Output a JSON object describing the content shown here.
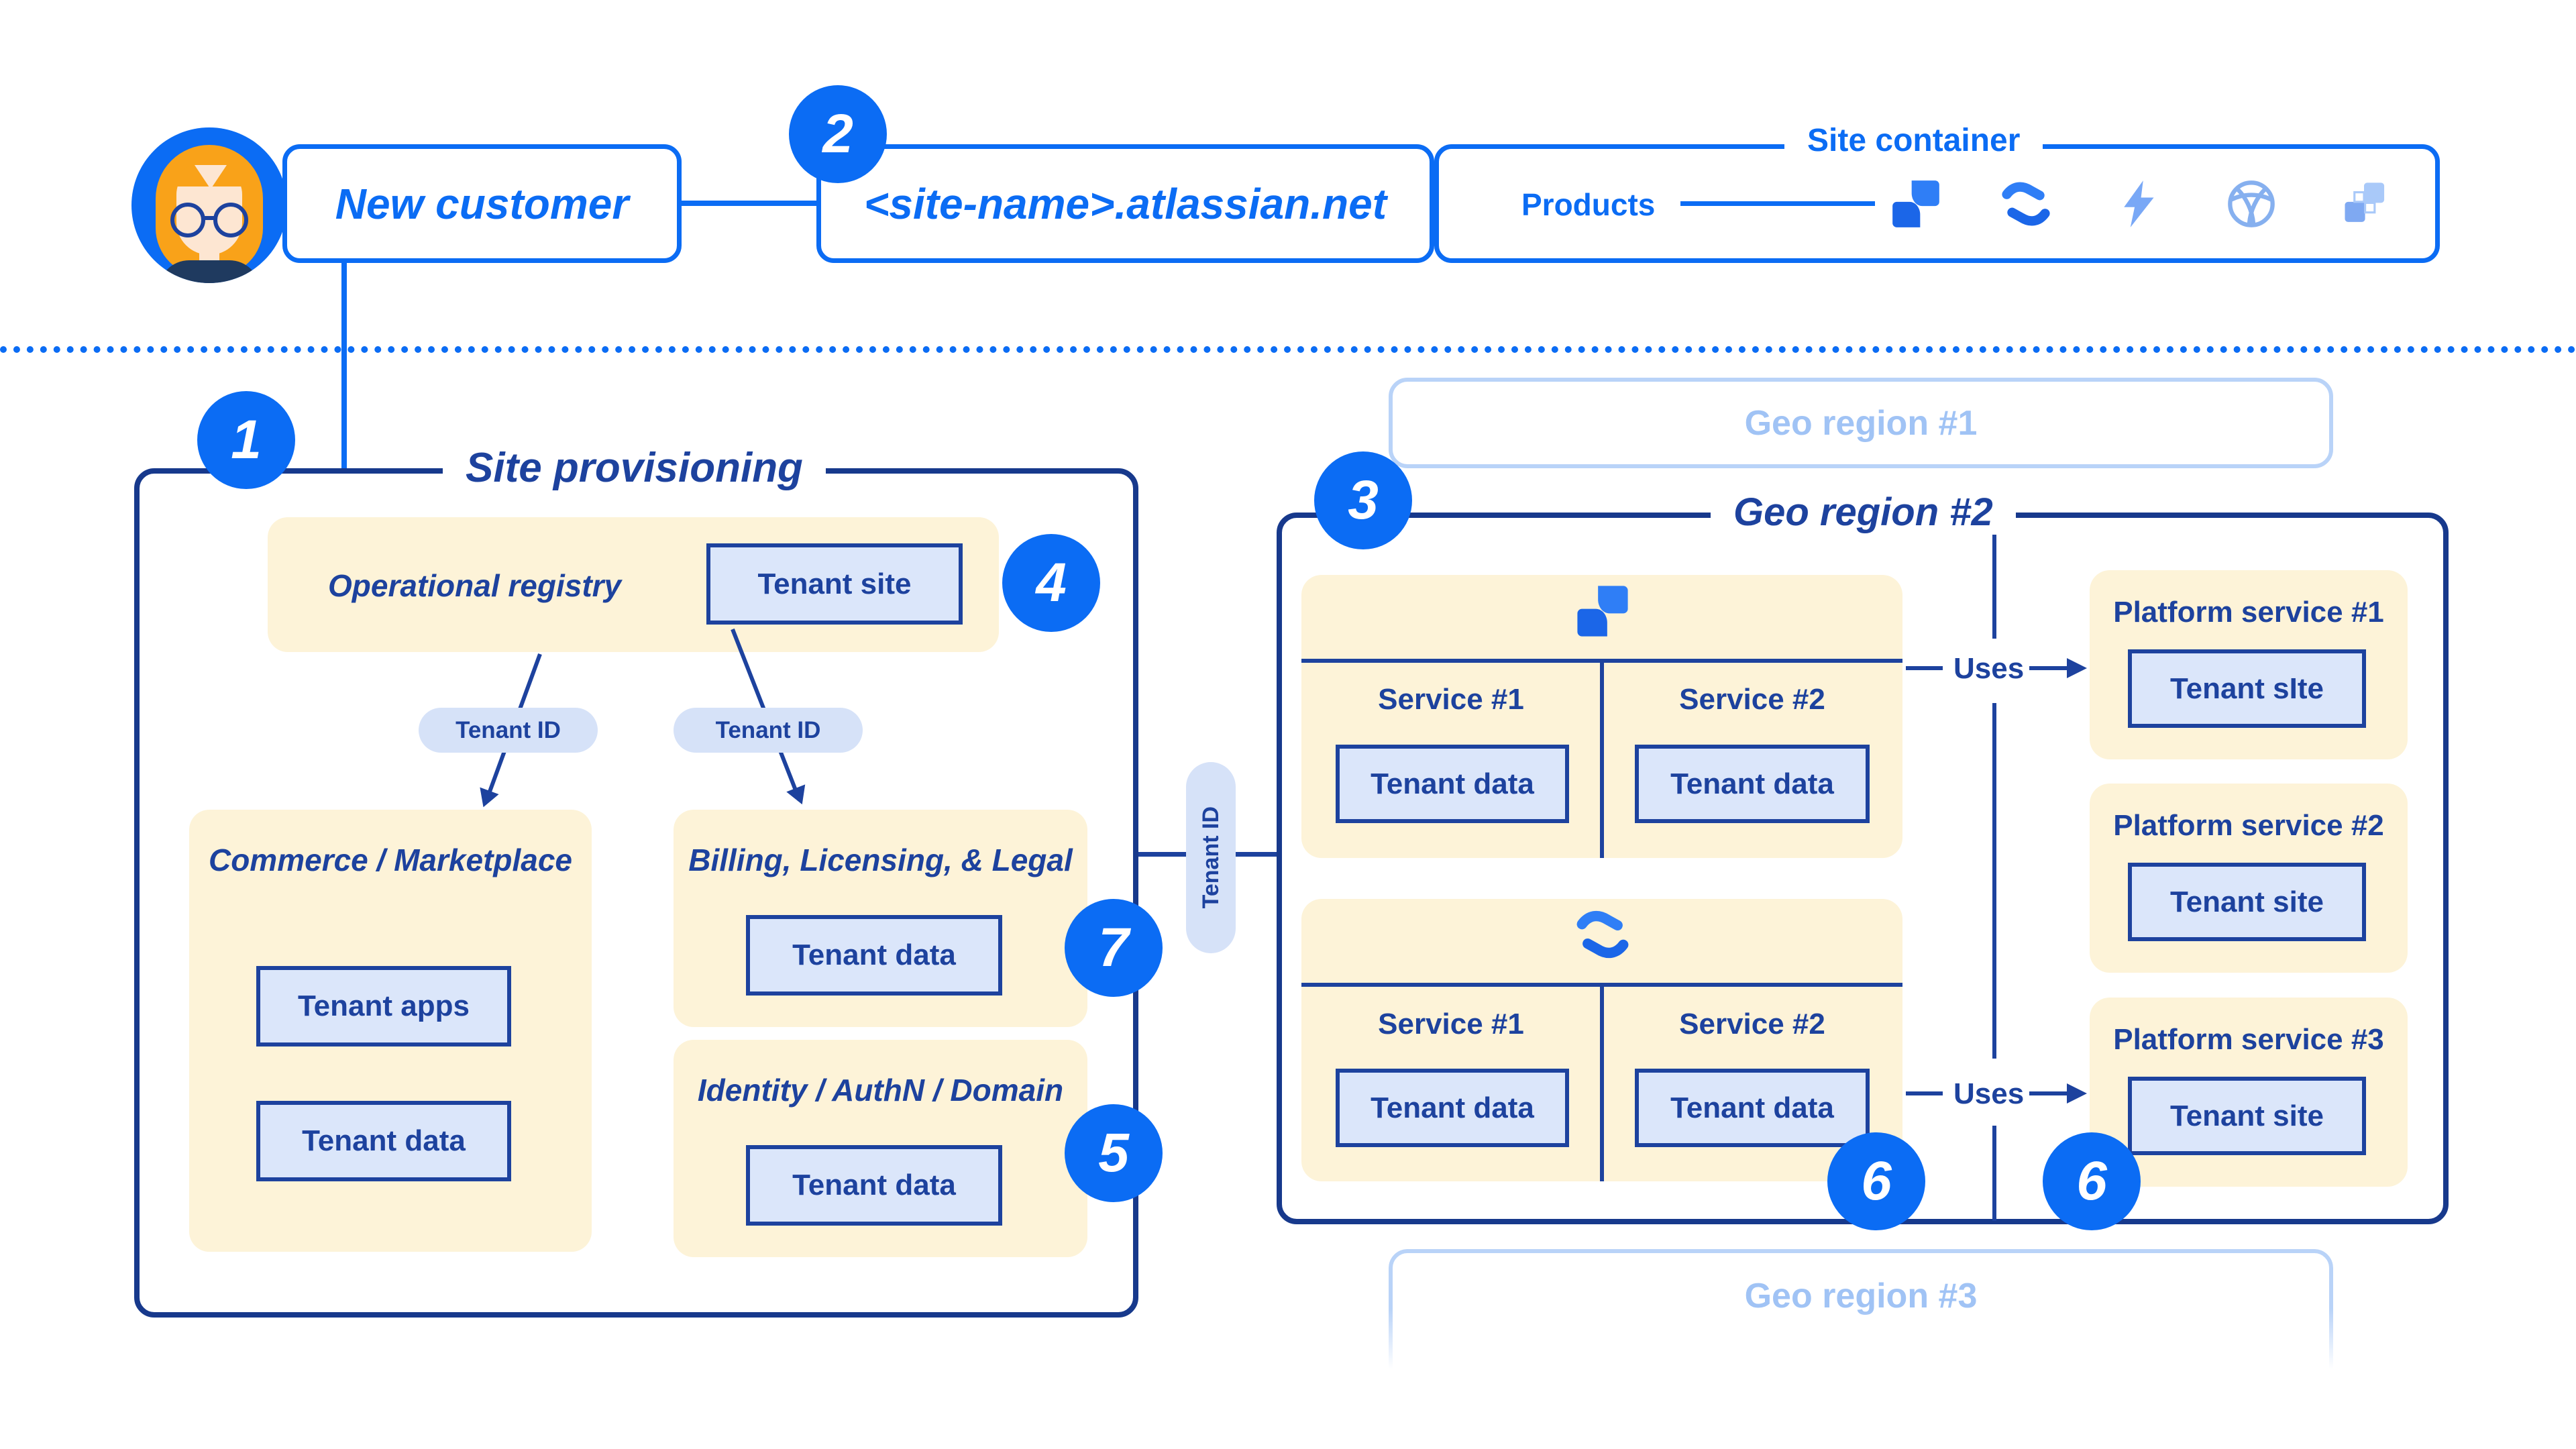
{
  "palette": {
    "bright_blue": "#0b6cf4",
    "navy_text_border": "#1d429e",
    "deep_navy_border": "#17398c",
    "cream_panel": "#fdf3d8",
    "light_blue_box": "#dbe6fa",
    "pill_fill": "#d6e2f8",
    "faded_blue_border": "#b9d3f8",
    "faded_blue_text": "#a0c3f5"
  },
  "top": {
    "avatar": "new-customer-avatar",
    "new_customer_label": "New customer",
    "step2_badge": "2",
    "site_name": "<site-name>.atlassian.net",
    "site_container_title": "Site container",
    "products_label": "Products",
    "product_icons": [
      "jira-icon",
      "confluence-icon",
      "bolt-icon",
      "globe-icon",
      "squares-icon"
    ]
  },
  "site_provisioning": {
    "step_badge": "1",
    "title": "Site provisioning",
    "operational_registry": {
      "title": "Operational registry",
      "tenant_site_label": "Tenant site",
      "step_badge": "4"
    },
    "tenant_id_pill_left": "Tenant ID",
    "tenant_id_pill_right": "Tenant ID",
    "commerce": {
      "title": "Commerce / Marketplace",
      "tenant_apps_label": "Tenant apps",
      "tenant_data_label": "Tenant data"
    },
    "billing": {
      "title": "Billing, Licensing, & Legal",
      "tenant_data_label": "Tenant data",
      "step_badge": "7"
    },
    "identity": {
      "title": "Identity / AuthN / Domain",
      "tenant_data_label": "Tenant data",
      "step_badge": "5"
    }
  },
  "connector": {
    "tenant_id_pill": "Tenant ID"
  },
  "geo_region_1": {
    "title": "Geo region #1"
  },
  "geo_region_2": {
    "step_badge": "3",
    "title": "Geo region #2",
    "jira_cluster": {
      "icon": "jira-icon",
      "service1_label": "Service #1",
      "service2_label": "Service #2",
      "service1_box": "Tenant data",
      "service2_box": "Tenant data"
    },
    "confluence_cluster": {
      "icon": "confluence-icon",
      "service1_label": "Service #1",
      "service2_label": "Service #2",
      "service1_box": "Tenant data",
      "service2_box": "Tenant data",
      "step_badge": "6"
    },
    "uses_label_top": "Uses",
    "uses_label_bottom": "Uses",
    "platform_service_1": {
      "title": "Platform service #1",
      "box_label": "Tenant sIte"
    },
    "platform_service_2": {
      "title": "Platform service #2",
      "box_label": "Tenant site"
    },
    "platform_service_3": {
      "title": "Platform service #3",
      "box_label": "Tenant site",
      "step_badge": "6"
    }
  },
  "geo_region_3": {
    "title": "Geo region #3"
  }
}
